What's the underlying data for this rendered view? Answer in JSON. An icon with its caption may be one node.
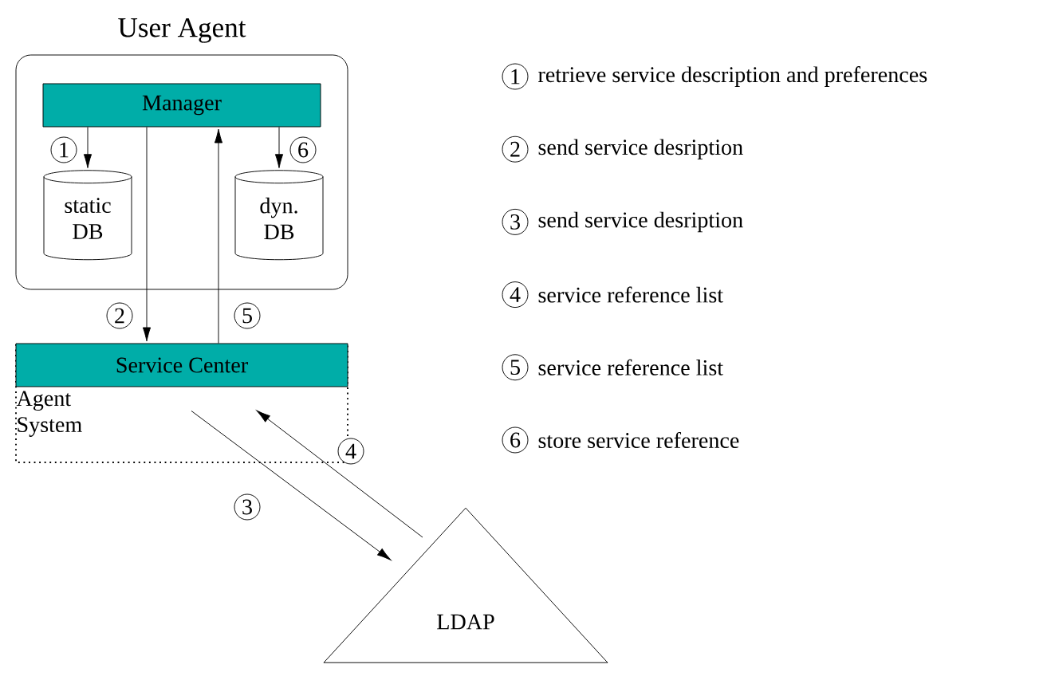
{
  "diagram": {
    "nodes": [
      {
        "text": [
          "User Agent"
        ]
      },
      {
        "text": [
          "Manager"
        ],
        "in": 0
      },
      {
        "text": [
          "static DB"
        ],
        "in": 0
      },
      {
        "text": [
          "dyn. DB"
        ],
        "in": 0
      },
      {
        "text": [
          "Agent System"
        ]
      },
      {
        "text": [
          "Service Center"
        ],
        "in": 4
      },
      {
        "text": [
          "LDAP"
        ]
      }
    ],
    "edges": [
      {
        "from": 1,
        "to": 2,
        "arrow": "to",
        "label": "1"
      },
      {
        "from": 1,
        "to": 5,
        "arrow": "to",
        "label": "2"
      },
      {
        "from": 5,
        "to": 1,
        "arrow": "to",
        "label": "5"
      },
      {
        "from": 1,
        "to": 3,
        "arrow": "to",
        "label": "6"
      },
      {
        "from": 5,
        "to": 6,
        "arrow": "to",
        "label": "3"
      },
      {
        "from": 6,
        "to": 5,
        "arrow": "to",
        "label": "4"
      }
    ],
    "labels": [
      "1",
      "retrieve service description and preferences",
      "2",
      "send service desription",
      "3",
      "send service desription",
      "4",
      "service reference list",
      "5",
      "service reference list",
      "6",
      "store service reference"
    ]
  }
}
